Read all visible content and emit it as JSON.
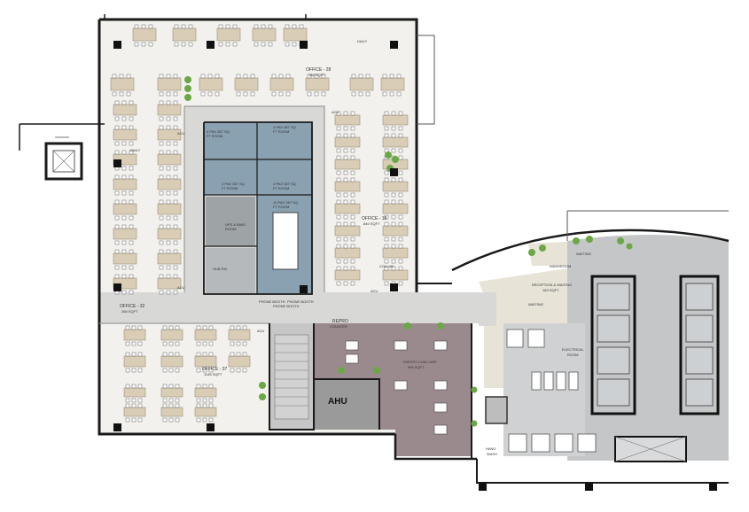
{
  "plan": {
    "rooms": {
      "office_28": {
        "label": "OFFICE - 28",
        "sub": "188 SQFT"
      },
      "office_32": {
        "label": "OFFICE - 32",
        "sub": "266 SQFT"
      },
      "office_37": {
        "label": "OFFICE - 37",
        "sub": "1148 SQFT"
      },
      "office_18": {
        "label": "OFFICE - 18",
        "sub": "840 SQFT"
      },
      "four_pax_a": {
        "label": "4 PAX 387 SQ.",
        "sub": "FT ROOM"
      },
      "four_pax_b": {
        "label": "4 PAX 387 SQ.",
        "sub": "FT ROOM"
      },
      "four_pax_c": {
        "label": "4 PAX 387 SQ.",
        "sub": "FT ROOM"
      },
      "four_pax_d": {
        "label": "4 PAX 387 SQ.",
        "sub": "FT ROOM"
      },
      "ten_pax": {
        "label": "10 PAX 387 SQ.",
        "sub": "FT ROOM"
      },
      "ups_ibms": {
        "label": "UPS & IBMS",
        "sub": "ROOM"
      },
      "hub_room": {
        "label": "HUB RM",
        "sub": ""
      },
      "phone_booths": [
        "PHONE BOOTH",
        "PHONE BOOTH",
        "PHONE BOOTH"
      ],
      "repro": {
        "label": "REPRO",
        "sub": "COUNTER"
      },
      "pantry": {
        "label": "PANTRY-CUM-CAFE",
        "sub": "995 SQFT"
      },
      "ahu": {
        "label": "AHU"
      },
      "hand_wash": {
        "label": "HAND",
        "sub": "WASH"
      },
      "waiting_top": {
        "label": "WAITING"
      },
      "waiting_mid": {
        "label": "WAITING"
      },
      "washroom": {
        "label": "WASHROOM"
      },
      "reception": {
        "label": "RECEPTION & WAITING",
        "sub": "183 SQFT"
      },
      "electrical": {
        "label": "ELECTRICAL",
        "sub": "ROOM"
      },
      "collab": {
        "label": "COLLAB"
      },
      "acu_tags": [
        "ACU",
        "ACU",
        "ACU",
        "ACU",
        "ACU"
      ],
      "lobby_tags": [
        "DAILY",
        "DAILY"
      ]
    },
    "colors": {
      "open_office": "#f2f1ed",
      "corridor": "#d8d8d6",
      "meeting_blue": "#8aa1b2",
      "pantry_mauve": "#9b8a8d",
      "ahu_gray": "#9a9a9a",
      "core_gray": "#c4c6c8",
      "reception_stone": "#e7e3d7",
      "desk": "#d9cdb6",
      "wall": "#1a1a1a",
      "plant": "#6aa845"
    }
  }
}
